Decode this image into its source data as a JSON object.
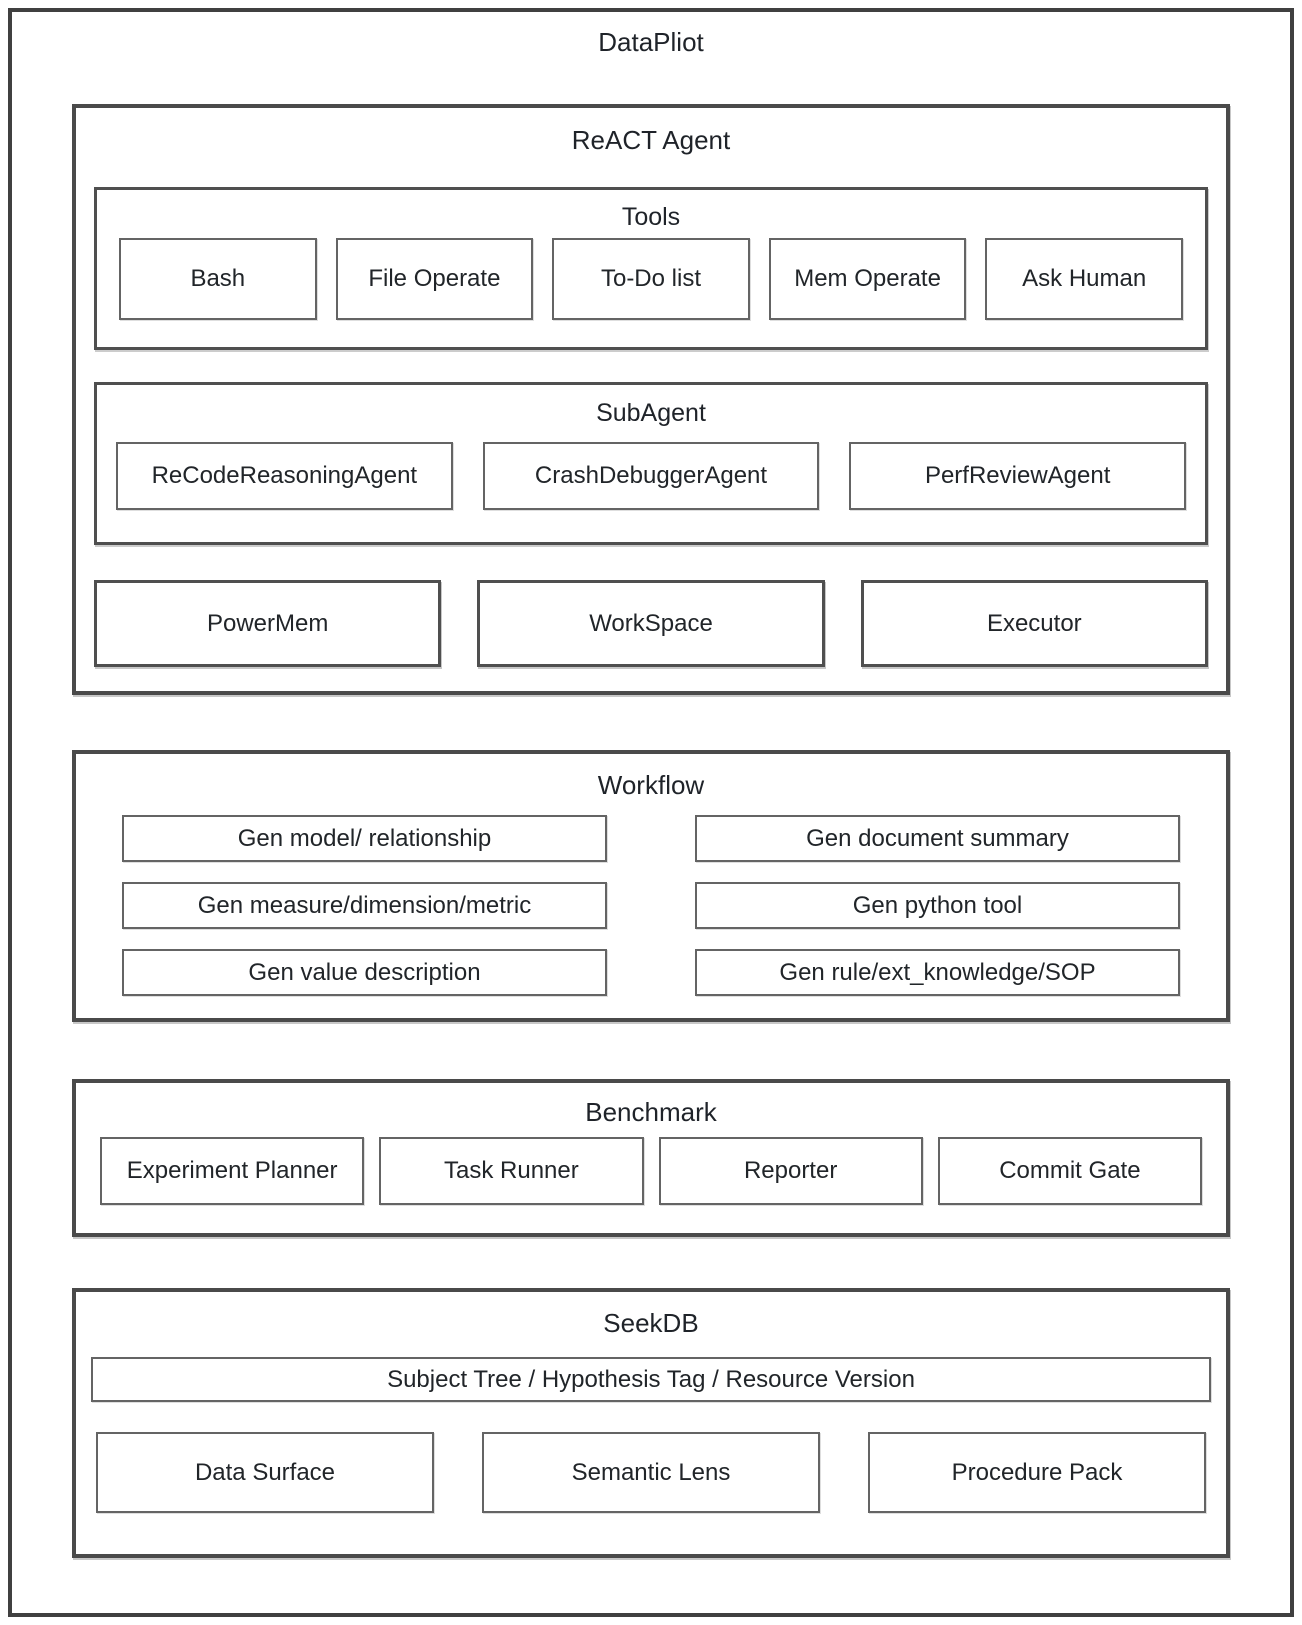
{
  "title": "DataPliot",
  "react_agent": {
    "label": "ReACT Agent",
    "tools": {
      "label": "Tools",
      "items": [
        "Bash",
        "File Operate",
        "To-Do list",
        "Mem Operate",
        "Ask Human"
      ]
    },
    "subagent": {
      "label": "SubAgent",
      "items": [
        "ReCodeReasoningAgent",
        "CrashDebuggerAgent",
        "PerfReviewAgent"
      ]
    },
    "components": [
      "PowerMem",
      "WorkSpace",
      "Executor"
    ]
  },
  "workflow": {
    "label": "Workflow",
    "items": [
      "Gen model/ relationship",
      "Gen document summary",
      "Gen measure/dimension/metric",
      "Gen python tool",
      "Gen value description",
      "Gen rule/ext_knowledge/SOP"
    ]
  },
  "benchmark": {
    "label": "Benchmark",
    "items": [
      "Experiment Planner",
      "Task Runner",
      "Reporter",
      "Commit Gate"
    ]
  },
  "seekdb": {
    "label": "SeekDB",
    "banner": "Subject Tree / Hypothesis Tag / Resource Version",
    "items": [
      "Data Surface",
      "Semantic Lens",
      "Procedure Pack"
    ]
  },
  "colors": {
    "background": "#ffffff",
    "border_strong": "#4a4a4a",
    "border_light": "#646464",
    "text": "#212529"
  }
}
